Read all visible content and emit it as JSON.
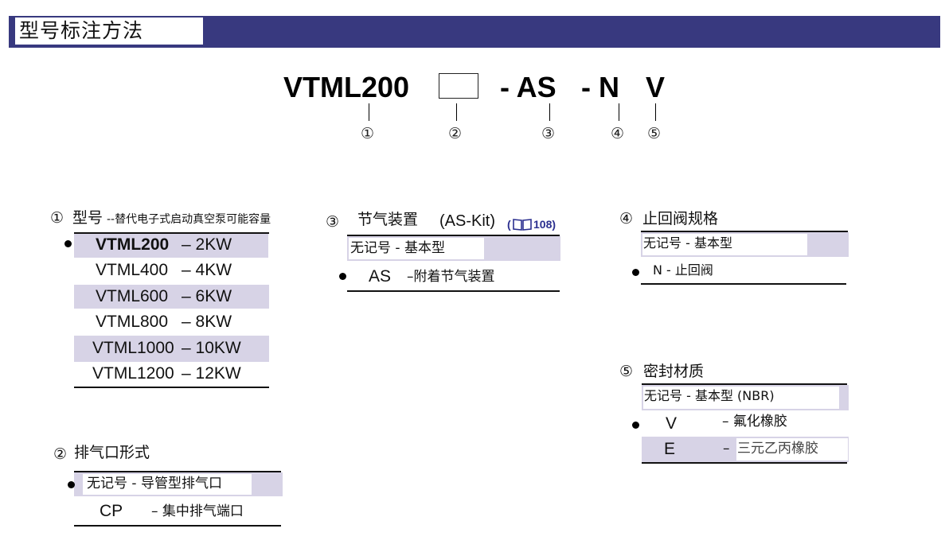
{
  "header": {
    "title": "型号标注方法"
  },
  "model": {
    "code_base": "VTML200",
    "code_as": "- AS",
    "code_n": "- N",
    "code_v": "V",
    "markers": [
      "①",
      "②",
      "③",
      "④",
      "⑤"
    ]
  },
  "s1": {
    "num": "①",
    "title": "型号",
    "subtitle": "--替代电子式启动真空泵可能容量",
    "rows": [
      {
        "model": "VTML200",
        "power": "– 2KW"
      },
      {
        "model": "VTML400",
        "power": "– 4KW"
      },
      {
        "model": "VTML600",
        "power": "– 6KW"
      },
      {
        "model": "VTML800",
        "power": "– 8KW"
      },
      {
        "model": "VTML1000",
        "power": "– 10KW"
      },
      {
        "model": "VTML1200",
        "power": "– 12KW"
      }
    ]
  },
  "s2": {
    "num": "②",
    "title": "排气口形式",
    "row1": "无记号 - 导管型排气口",
    "row2_code": "CP",
    "row2_desc": "– 集中排气端口"
  },
  "s3": {
    "num": "③",
    "title": "节气装置",
    "kit": "(AS-Kit)",
    "ref": "108)",
    "ref_open": "(",
    "row1": "无记号 - 基本型",
    "row2_code": "AS",
    "row2_desc": "–附着节气装置"
  },
  "s4": {
    "num": "④",
    "title": "止回阀规格",
    "row1": "无记号 - 基本型",
    "row2": "N - 止回阀"
  },
  "s5": {
    "num": "⑤",
    "title": "密封材质",
    "row1": "无记号 - 基本型 (NBR)",
    "row2_code": "V",
    "row2_desc": "– 氟化橡胶",
    "row3_code": "E",
    "row3_dash": "–",
    "row3_desc": "三元乙丙橡胶"
  },
  "colors": {
    "header_bar": "#38397f",
    "row_shade": "#d7d3e6",
    "ref_blue": "#2b2f8f"
  },
  "icons": {
    "reference": "book-icon",
    "bullet": "bullet-dot-icon"
  }
}
